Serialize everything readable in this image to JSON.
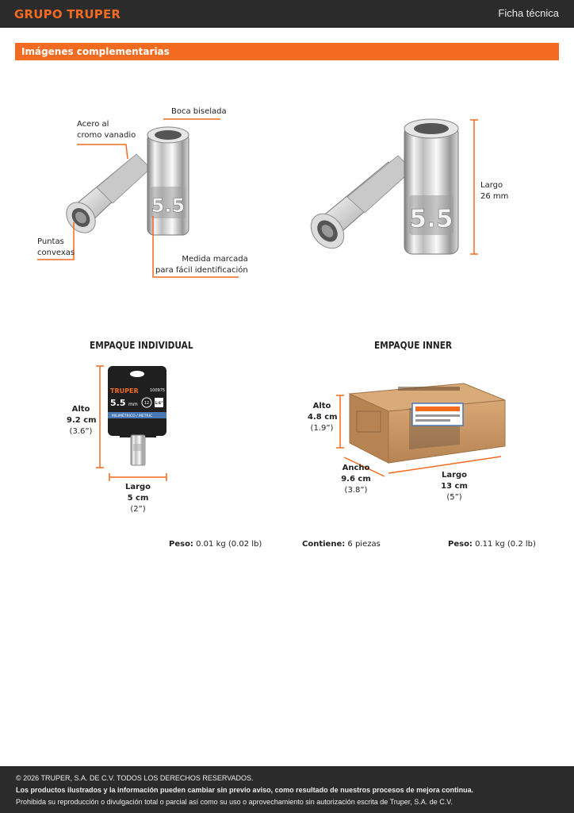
{
  "header": {
    "brand": "GRUPO TRUPER",
    "doc_type": "Ficha técnica"
  },
  "section": {
    "title": "Imágenes complementarias"
  },
  "callouts": {
    "steel": "Acero al\ncromo vanadio",
    "bevel": "Boca biselada",
    "points": "Puntas\nconvexas",
    "marking": "Medida marcada\npara fácil identificación",
    "length_label": "Largo",
    "length_value": "26 mm"
  },
  "socket": {
    "size_mark": "5.5"
  },
  "individual_pack": {
    "title": "EMPAQUE INDIVIDUAL",
    "height_label": "Alto",
    "height_cm": "9.2 cm",
    "height_in": "(3.6”)",
    "length_label": "Largo",
    "length_cm": "5 cm",
    "length_in": "(2”)",
    "card": {
      "brand": "TRUPER",
      "code": "100975",
      "size": "5.5",
      "unit": "mm",
      "points": "12",
      "drive": "1/4”",
      "system": "MILIMÉTRICO / METRIC"
    }
  },
  "inner_pack": {
    "title": "EMPAQUE INNER",
    "height_label": "Alto",
    "height_cm": "4.8 cm",
    "height_in": "(1.9”)",
    "width_label": "Ancho",
    "width_cm": "9.6 cm",
    "width_in": "(3.8”)",
    "length_label": "Largo",
    "length_cm": "13 cm",
    "length_in": "(5”)"
  },
  "specs": {
    "weight1_label": "Peso:",
    "weight1_value": "0.01 kg (0.02 lb)",
    "contains_label": "Contiene:",
    "contains_value": "6 piezas",
    "weight2_label": "Peso:",
    "weight2_value": "0.11 kg (0.2 lb)"
  },
  "footer": {
    "copyright": "© 2026 TRUPER, S.A. DE C.V. TODOS LOS DERECHOS RESERVADOS.",
    "notice": "Los productos ilustrados y la información pueden cambiar sin previo aviso, como resultado de nuestros procesos de mejora continua.",
    "prohibition": "Prohibida su reproducción o divulgación total o parcial así como su uso o aprovechamiento sin autorización escrita de Truper, S.A. de C.V."
  },
  "colors": {
    "accent": "#f26b21",
    "dark": "#2b2b2b",
    "cardboard": "#c8955f"
  }
}
